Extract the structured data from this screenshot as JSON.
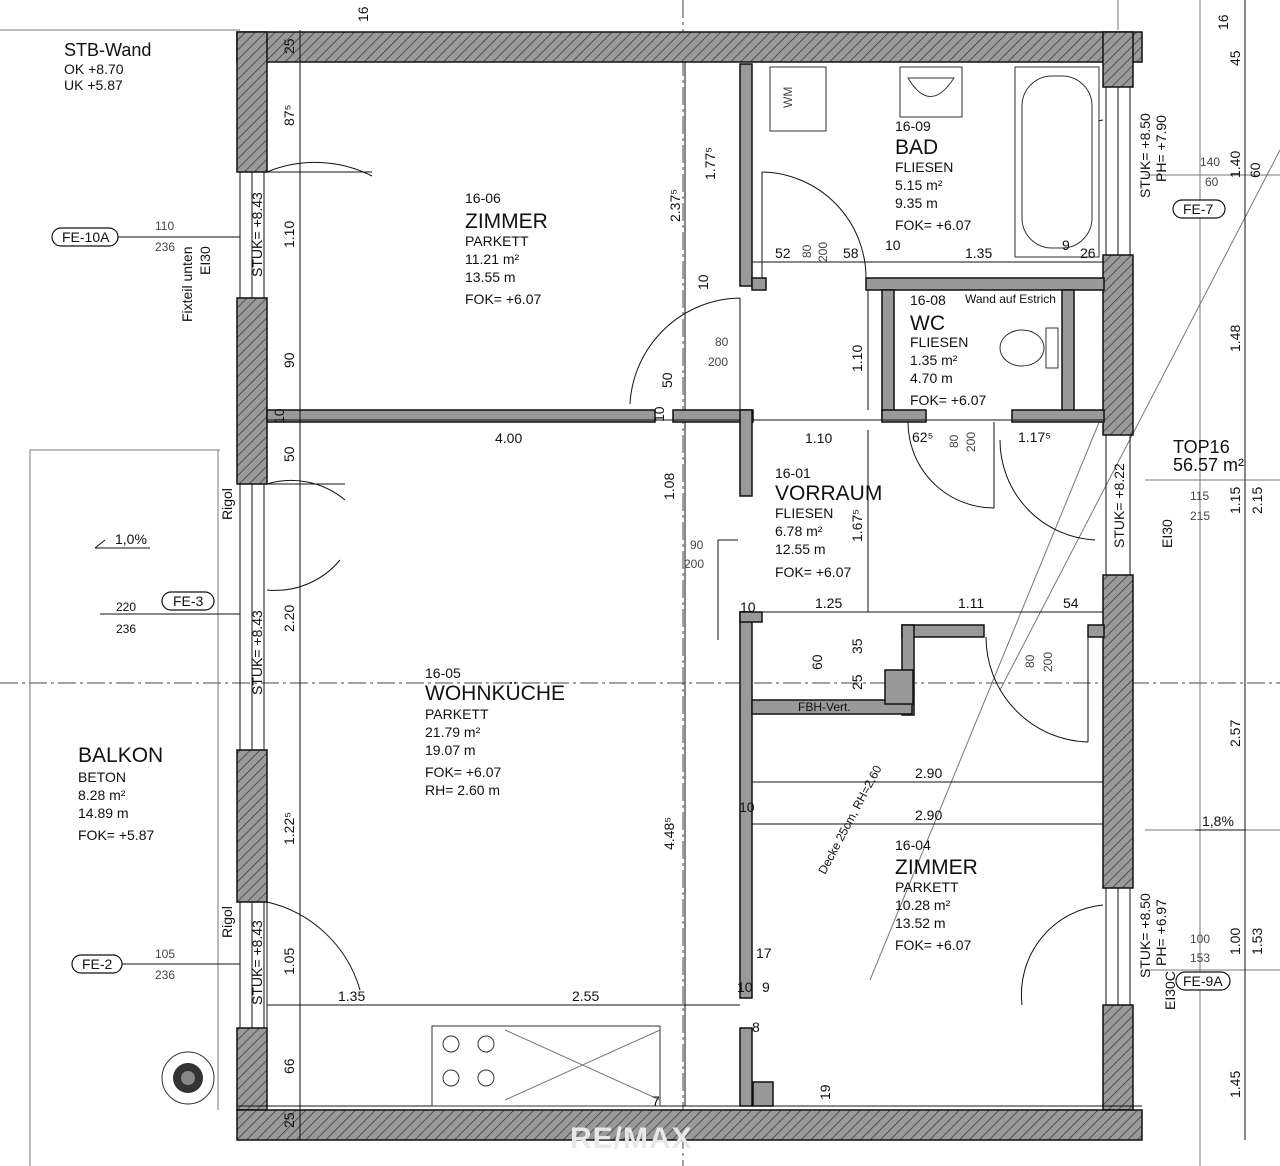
{
  "header": {
    "wall_title": "STB-Wand",
    "wall_ok": "OK +8.70",
    "wall_uk": "UK +5.87"
  },
  "rooms": {
    "zimmer_top": {
      "id": "16-06",
      "name": "ZIMMER",
      "floor": "PARKETT",
      "area": "11.21 m²",
      "perimeter": "13.55 m",
      "fok": "FOK= +6.07"
    },
    "bad": {
      "id": "16-09",
      "name": "BAD",
      "floor": "FLIESEN",
      "area": "5.15 m²",
      "perimeter": "9.35 m",
      "fok": "FOK= +6.07"
    },
    "wc": {
      "id": "16-08",
      "name": "WC",
      "floor": "FLIESEN",
      "area": "1.35 m²",
      "perimeter": "4.70 m",
      "fok": "FOK= +6.07",
      "note": "Wand auf Estrich"
    },
    "vorraum": {
      "id": "16-01",
      "name": "VORRAUM",
      "floor": "FLIESEN",
      "area": "6.78 m²",
      "perimeter": "12.55 m",
      "fok": "FOK= +6.07"
    },
    "wohnkueche": {
      "id": "16-05",
      "name": "WOHNKÜCHE",
      "floor": "PARKETT",
      "area": "21.79 m²",
      "perimeter": "19.07 m",
      "fok": "FOK= +6.07",
      "rh": "RH= 2.60 m"
    },
    "zimmer_bottom": {
      "id": "16-04",
      "name": "ZIMMER",
      "floor": "PARKETT",
      "area": "10.28 m²",
      "perimeter": "13.52 m",
      "fok": "FOK= +6.07"
    },
    "balkon": {
      "name": "BALKON",
      "floor": "BETON",
      "area": "8.28 m²",
      "perimeter": "14.89 m",
      "fok": "FOK= +5.87"
    }
  },
  "top": {
    "name": "TOP16",
    "area": "56.57 m²"
  },
  "windows": {
    "fe10a": {
      "tag": "FE-10A",
      "w": "110",
      "h": "236",
      "stuk": "STUK= +8.43",
      "fix": "Fixteil unten",
      "ei": "EI30"
    },
    "fe3": {
      "tag": "FE-3",
      "w": "220",
      "h": "236",
      "stuk": "STUK= +8.43",
      "rigol": "Rigol"
    },
    "fe2": {
      "tag": "FE-2",
      "w": "105",
      "h": "236",
      "stuk": "STUK= +8.43",
      "rigol": "Rigol"
    },
    "fe7": {
      "tag": "FE-7",
      "w": "140",
      "h": "60",
      "stuk": "STUK= +8.50",
      "ph": "PH= +7.90"
    },
    "fe9a": {
      "tag": "FE-9A",
      "w": "100",
      "h": "153",
      "stuk": "STUK= +8.50",
      "ph": "PH= +6.97",
      "ei": "EI30C"
    },
    "entry": {
      "w": "115",
      "h": "215",
      "stuk": "STUK= +8.22",
      "ei": "EI30"
    }
  },
  "doors": {
    "d_zimmer_top": {
      "w": "80",
      "h": "200"
    },
    "d_bad": {
      "w": "80",
      "h": "200"
    },
    "d_wc": {
      "w": "80",
      "h": "200"
    },
    "d_kueche": {
      "w": "90",
      "h": "200"
    },
    "d_zimmer_bottom": {
      "w": "80",
      "h": "200"
    }
  },
  "slopes": {
    "balkon": "1,0%",
    "right": "1,8%"
  },
  "labels": {
    "fbh": "FBH-Vert.",
    "decke": "Decke 25cm, RH=2,60",
    "wm": "WM",
    "logo": "RE/MAX"
  },
  "dims": {
    "top16": "16",
    "rightcol": [
      "16",
      "45",
      "1.40",
      "60",
      "1.48",
      "1.15",
      "2.15",
      "2.57",
      "1.00",
      "1.53",
      "1.45"
    ],
    "leftcol": [
      "25",
      "87⁵",
      "1.10",
      "90",
      "10",
      "50",
      "2.20",
      "1.22⁵",
      "1.05",
      "66",
      "25"
    ],
    "inner": {
      "d2375": "2.37⁵",
      "d1775": "1.77⁵",
      "d10a": "10",
      "d50": "50",
      "d10b": "10",
      "d400": "4.00",
      "d110": "1.10",
      "d108": "1.08",
      "d110b": "1.10",
      "d1675": "1.67⁵",
      "d52": "52",
      "d58": "58",
      "d10c": "10",
      "d135": "1.35",
      "d9": "9",
      "d26": "26",
      "d625": "62⁵",
      "d1175": "1.17⁵",
      "d10d": "10",
      "d125": "1.25",
      "d111": "1.11",
      "d54": "54",
      "d60": "60",
      "d35": "35",
      "d25": "25",
      "d290a": "2.90",
      "d290b": "2.90",
      "d10e": "10",
      "d4485": "4.48⁵",
      "d135b": "1.35",
      "d255": "2.55",
      "d17": "17",
      "d10f": "10",
      "d9b": "9",
      "d8": "8",
      "d19": "19",
      "d7": "7"
    }
  }
}
